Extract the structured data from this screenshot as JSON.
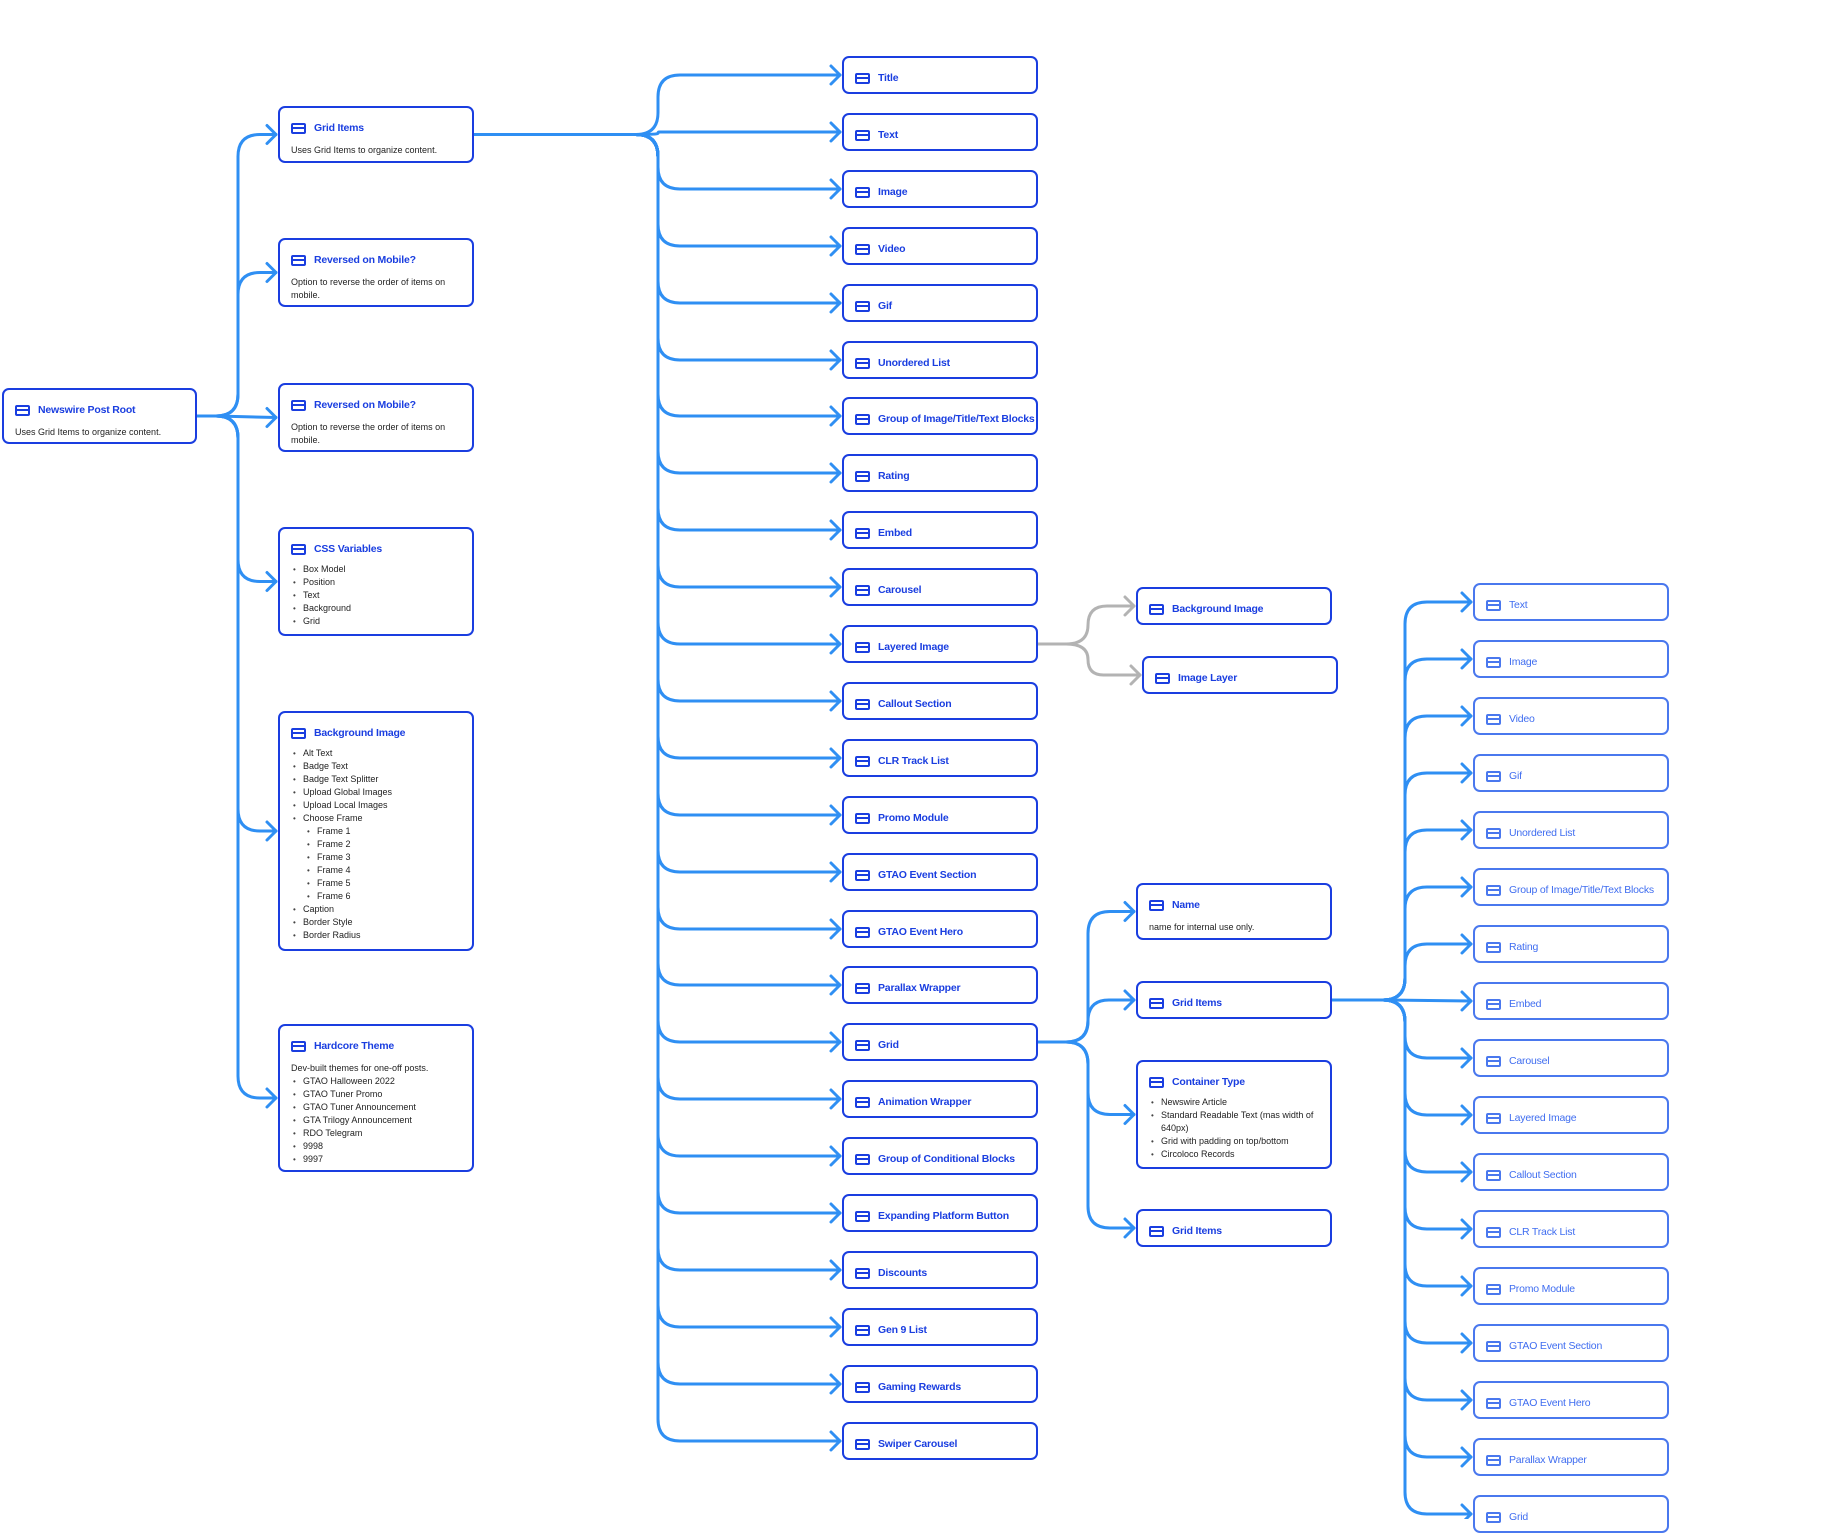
{
  "root": {
    "title": "Newswire Post Root",
    "description": "Uses Grid Items to organize content."
  },
  "root_children": [
    {
      "title": "Grid Items",
      "description": "Uses Grid Items to organize content.",
      "items": []
    },
    {
      "title": "Reversed on Mobile?",
      "description": "Option to reverse the order of items on mobile.",
      "items": []
    },
    {
      "title": "Reversed on Mobile?",
      "description": "Option to reverse the order of items on mobile.",
      "items": []
    },
    {
      "title": "CSS Variables",
      "description": "",
      "items": [
        {
          "text": "Box Model"
        },
        {
          "text": "Position"
        },
        {
          "text": "Text"
        },
        {
          "text": "Background"
        },
        {
          "text": "Grid"
        }
      ]
    },
    {
      "title": "Background Image",
      "description": "",
      "items": [
        {
          "text": "Alt Text"
        },
        {
          "text": "Badge Text"
        },
        {
          "text": "Badge Text Splitter"
        },
        {
          "text": "Upload Global Images"
        },
        {
          "text": "Upload Local Images"
        },
        {
          "text": "Choose Frame"
        },
        {
          "text": "Frame 1",
          "sub": true
        },
        {
          "text": "Frame 2",
          "sub": true
        },
        {
          "text": "Frame 3",
          "sub": true
        },
        {
          "text": "Frame 4",
          "sub": true
        },
        {
          "text": "Frame 5",
          "sub": true
        },
        {
          "text": "Frame 6",
          "sub": true
        },
        {
          "text": "Caption"
        },
        {
          "text": "Border Style"
        },
        {
          "text": "Border Radius"
        }
      ]
    },
    {
      "title": "Hardcore Theme",
      "description": "Dev-built themes for one-off posts.",
      "items": [
        {
          "text": "GTAO Halloween 2022"
        },
        {
          "text": "GTAO Tuner Promo"
        },
        {
          "text": "GTAO Tuner Announcement"
        },
        {
          "text": "GTA Trilogy Announcement"
        },
        {
          "text": "RDO Telegram"
        },
        {
          "text": "9998"
        },
        {
          "text": "9997"
        }
      ]
    }
  ],
  "grid_item_types": [
    "Title",
    "Text",
    "Image",
    "Video",
    "Gif",
    "Unordered List",
    "Group of Image/Title/Text Blocks",
    "Rating",
    "Embed",
    "Carousel",
    "Layered Image",
    "Callout Section",
    "CLR Track List",
    "Promo Module",
    "GTAO Event Section",
    "GTAO Event Hero",
    "Parallax Wrapper",
    "Grid",
    "Animation Wrapper",
    "Group of Conditional Blocks",
    "Expanding Platform Button",
    "Discounts",
    "Gen 9 List",
    "Gaming Rewards",
    "Swiper Carousel"
  ],
  "layered_image_children": [
    "Background Image",
    "Image Layer"
  ],
  "grid_children": [
    {
      "title": "Name",
      "description": "name for internal use only.",
      "items": []
    },
    {
      "title": "Grid Items",
      "description": "",
      "items": []
    },
    {
      "title": "Container Type",
      "description": "",
      "items": [
        {
          "text": "Newswire Article"
        },
        {
          "text": "Standard Readable Text (mas width of 640px)"
        },
        {
          "text": "Grid with padding on top/bottom"
        },
        {
          "text": "Circoloco Records"
        }
      ]
    },
    {
      "title": "Grid Items",
      "description": "",
      "items": []
    }
  ],
  "nested_grid_item_types": [
    "Text",
    "Image",
    "Video",
    "Gif",
    "Unordered List",
    "Group of Image/Title/Text Blocks",
    "Rating",
    "Embed",
    "Carousel",
    "Layered Image",
    "Callout Section",
    "CLR Track List",
    "Promo Module",
    "GTAO Event Section",
    "GTAO Event Hero",
    "Parallax Wrapper",
    "Grid"
  ],
  "colors": {
    "node_border": "#1a3ee0",
    "node_title": "#1a3ee0",
    "connector": "#2f8ff3",
    "connector_muted": "#b3b3b3",
    "icon": "window-icon"
  }
}
